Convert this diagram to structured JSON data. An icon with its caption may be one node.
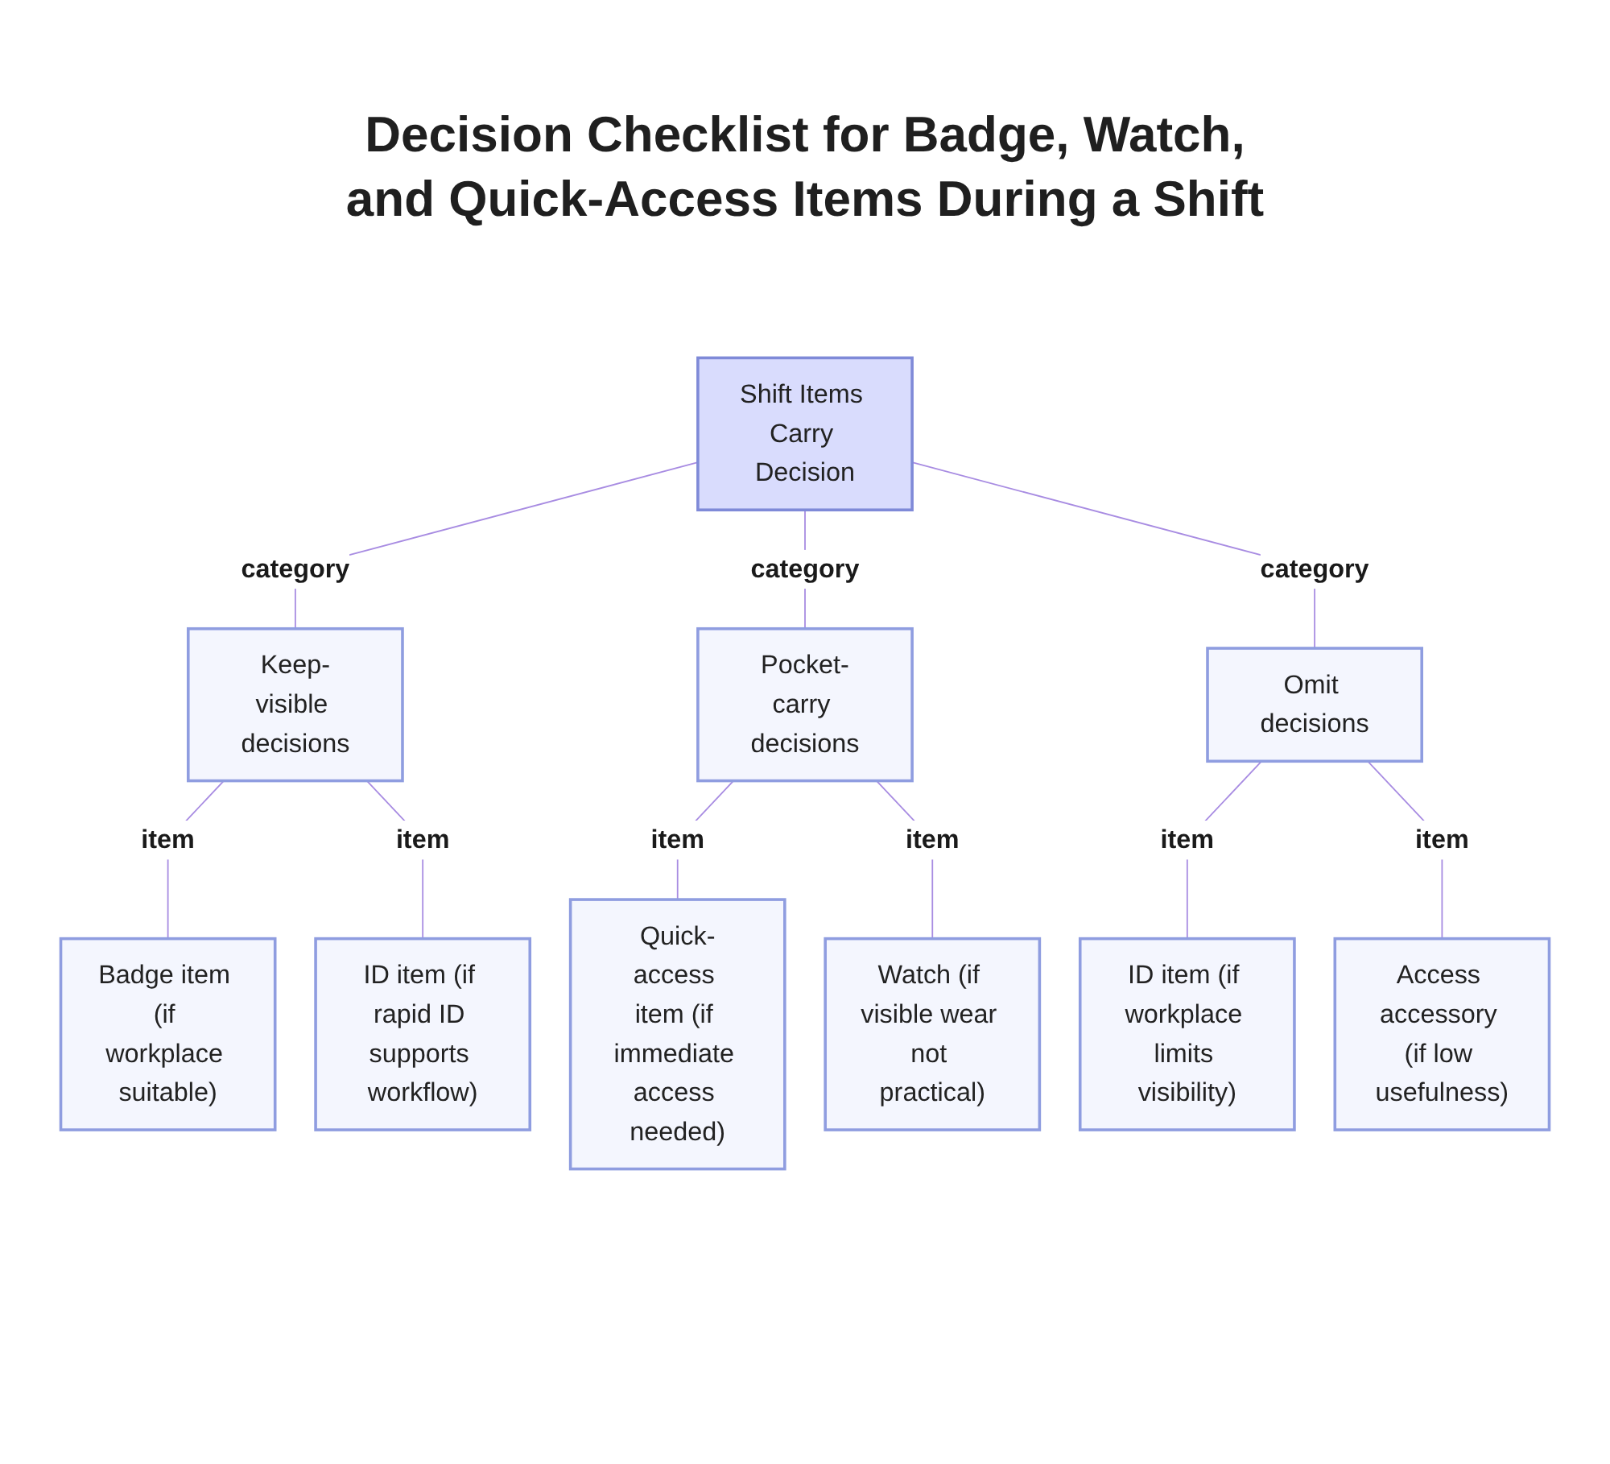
{
  "diagram": {
    "title": "Decision Checklist for Badge, Watch, and Quick-Access Items During a Shift",
    "nodes": [
      {
        "text": [
          "Shift Items Carry Decision"
        ]
      },
      {
        "text": [
          "Keep-visible decisions"
        ]
      },
      {
        "text": [
          "Pocket-carry decisions"
        ]
      },
      {
        "text": [
          "Omit decisions"
        ]
      },
      {
        "text": [
          "Badge item (if workplace suitable)"
        ]
      },
      {
        "text": [
          "ID item (if rapid ID supports workflow)"
        ]
      },
      {
        "text": [
          "Quick-access item (if immediate access needed)"
        ]
      },
      {
        "text": [
          "Watch (if visible wear not practical)"
        ]
      },
      {
        "text": [
          "ID item (if workplace limits visibility)"
        ]
      },
      {
        "text": [
          "Access accessory (if low usefulness)"
        ]
      }
    ],
    "edges": [
      {
        "from": 0,
        "to": 1,
        "arrow": "none",
        "label": "category"
      },
      {
        "from": 0,
        "to": 2,
        "arrow": "none",
        "label": "category"
      },
      {
        "from": 0,
        "to": 3,
        "arrow": "none",
        "label": "category"
      },
      {
        "from": 1,
        "to": 4,
        "arrow": "none",
        "label": "item"
      },
      {
        "from": 1,
        "to": 5,
        "arrow": "none",
        "label": "item"
      },
      {
        "from": 2,
        "to": 6,
        "arrow": "none",
        "label": "item"
      },
      {
        "from": 2,
        "to": 7,
        "arrow": "none",
        "label": "item"
      },
      {
        "from": 3,
        "to": 8,
        "arrow": "none",
        "label": "item"
      },
      {
        "from": 3,
        "to": 9,
        "arrow": "none",
        "label": "item"
      }
    ]
  }
}
